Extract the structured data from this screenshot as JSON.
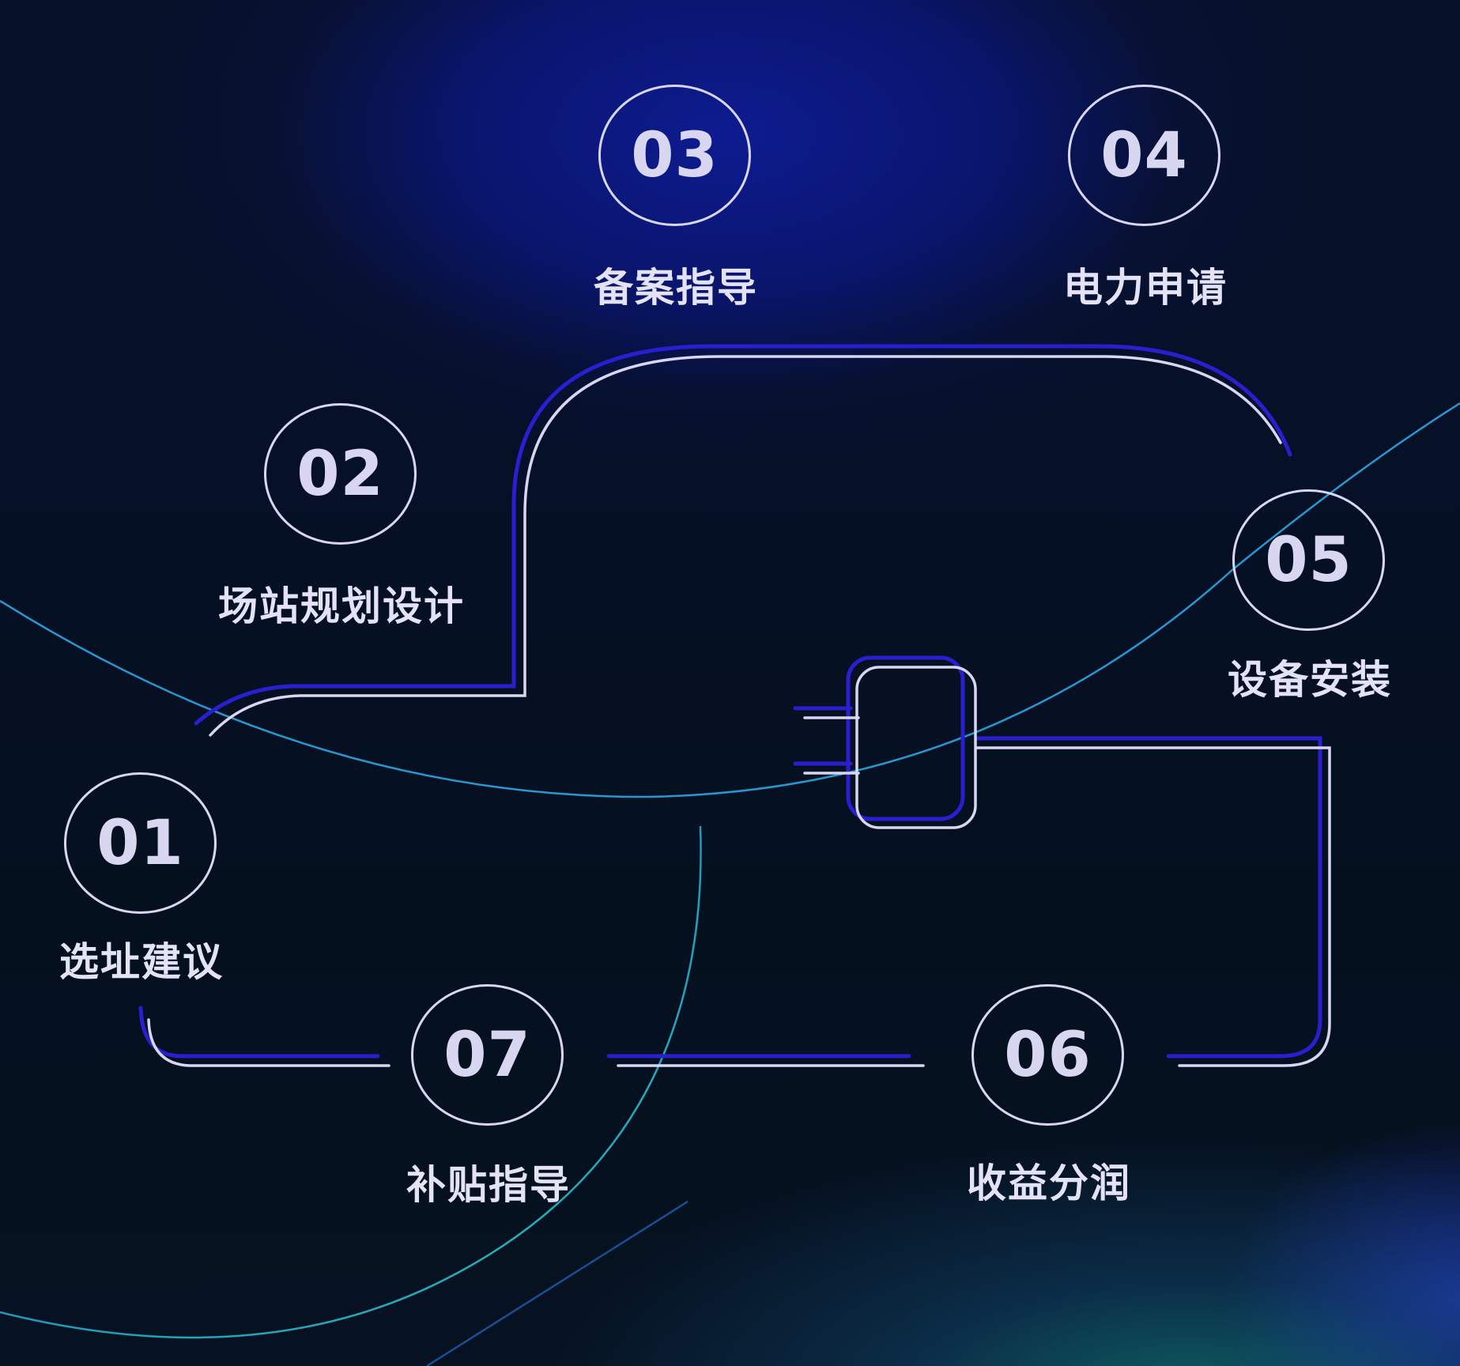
{
  "steps": [
    {
      "number": "01",
      "label": "选址建议"
    },
    {
      "number": "02",
      "label": "场站规划设计"
    },
    {
      "number": "03",
      "label": "备案指导"
    },
    {
      "number": "04",
      "label": "电力申请"
    },
    {
      "number": "05",
      "label": "设备安装"
    },
    {
      "number": "06",
      "label": "收益分润"
    },
    {
      "number": "07",
      "label": "补贴指导"
    }
  ],
  "colors": {
    "background": "#05101f",
    "circle_stroke": "#d9d6f2",
    "path_light": "#d9d6f2",
    "path_accent": "#2a1fd0",
    "arc_cyan": "#2aa7e6",
    "glow_blue": "#0e1c96"
  }
}
